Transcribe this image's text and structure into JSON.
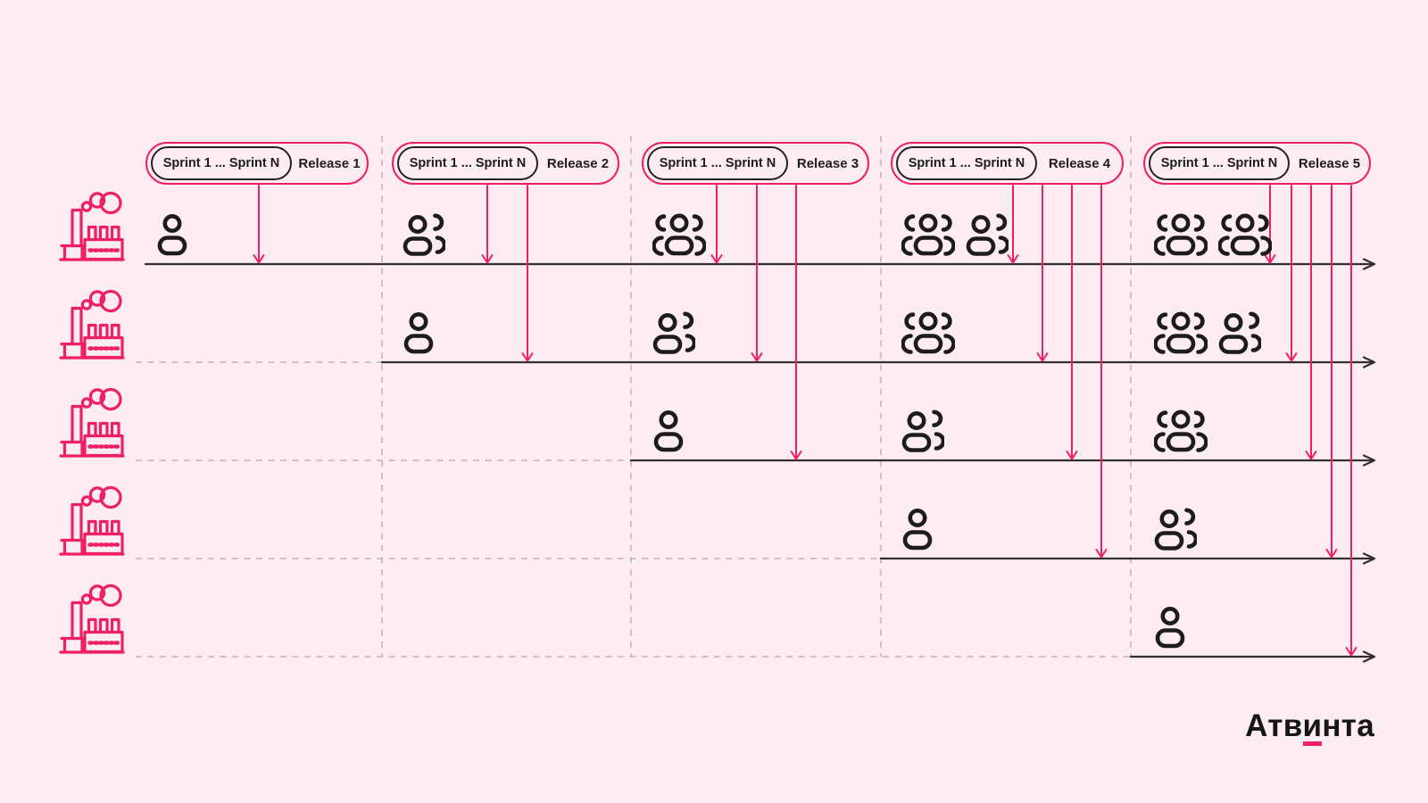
{
  "meta": {
    "bg_color": "#fdedf0",
    "accent_color": "#ef1f63",
    "ink_color": "#1c1b1d",
    "timeline_color": "#312d30",
    "dash_color": "#bcb3b6"
  },
  "columns": [
    {
      "sprint_label": "Sprint 1 ... Sprint N",
      "release_label": "Release 1"
    },
    {
      "sprint_label": "Sprint 1 ... Sprint N",
      "release_label": "Release 2"
    },
    {
      "sprint_label": "Sprint 1 ... Sprint N",
      "release_label": "Release 3"
    },
    {
      "sprint_label": "Sprint 1 ... Sprint N",
      "release_label": "Release 4"
    },
    {
      "sprint_label": "Sprint 1 ... Sprint N",
      "release_label": "Release 5"
    }
  ],
  "teams": [
    [
      [
        1
      ],
      [
        2
      ],
      [
        3
      ],
      [
        3,
        2
      ],
      [
        3,
        3
      ]
    ],
    [
      null,
      [
        1
      ],
      [
        2
      ],
      [
        3
      ],
      [
        3,
        2
      ]
    ],
    [
      null,
      null,
      [
        1
      ],
      [
        2
      ],
      [
        3
      ]
    ],
    [
      null,
      null,
      null,
      [
        1
      ],
      [
        2
      ]
    ],
    [
      null,
      null,
      null,
      null,
      [
        1
      ]
    ]
  ],
  "icons": {
    "factory": "factory-icon",
    "team_single": "team-icon-1-people",
    "team_pair": "team-icon-2-people",
    "team_triple": "team-icon-3-people"
  },
  "logo": {
    "part1": "Атв",
    "part2": "и",
    "part3": "нта"
  }
}
